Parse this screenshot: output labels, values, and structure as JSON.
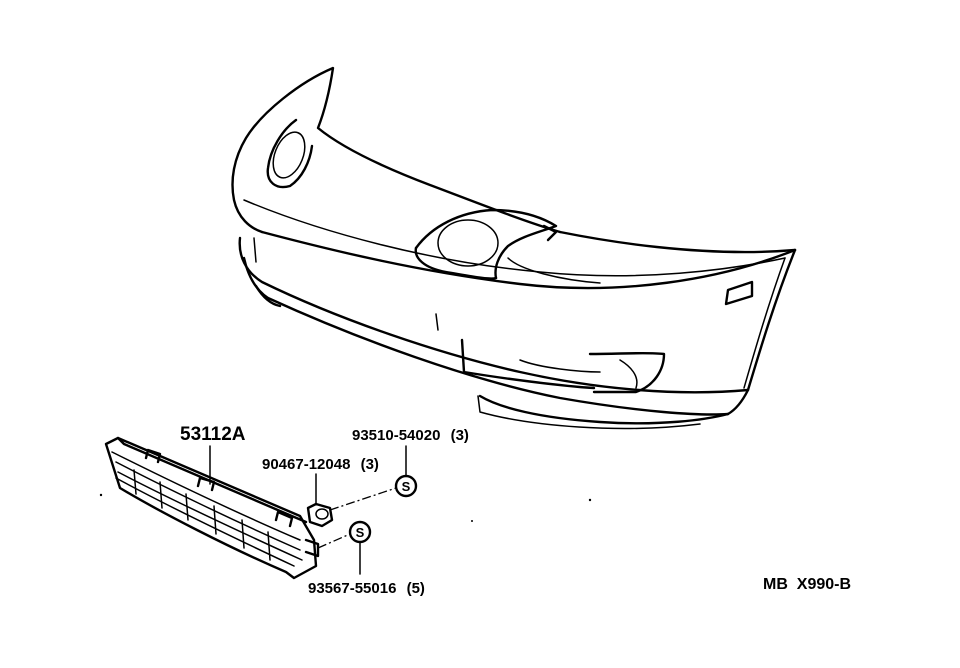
{
  "diagram": {
    "parts": {
      "grille": {
        "number": "53112A"
      },
      "clip": {
        "number": "90467-12048",
        "qty": "(3)"
      },
      "screw_upper": {
        "number": "93510-54020",
        "qty": "(3)",
        "symbol": "S"
      },
      "screw_lower": {
        "number": "93567-55016",
        "qty": "(5)",
        "symbol": "S"
      }
    },
    "figure_code": "MB  X990-B",
    "colors": {
      "ink": "#000000",
      "paper": "#ffffff"
    }
  }
}
